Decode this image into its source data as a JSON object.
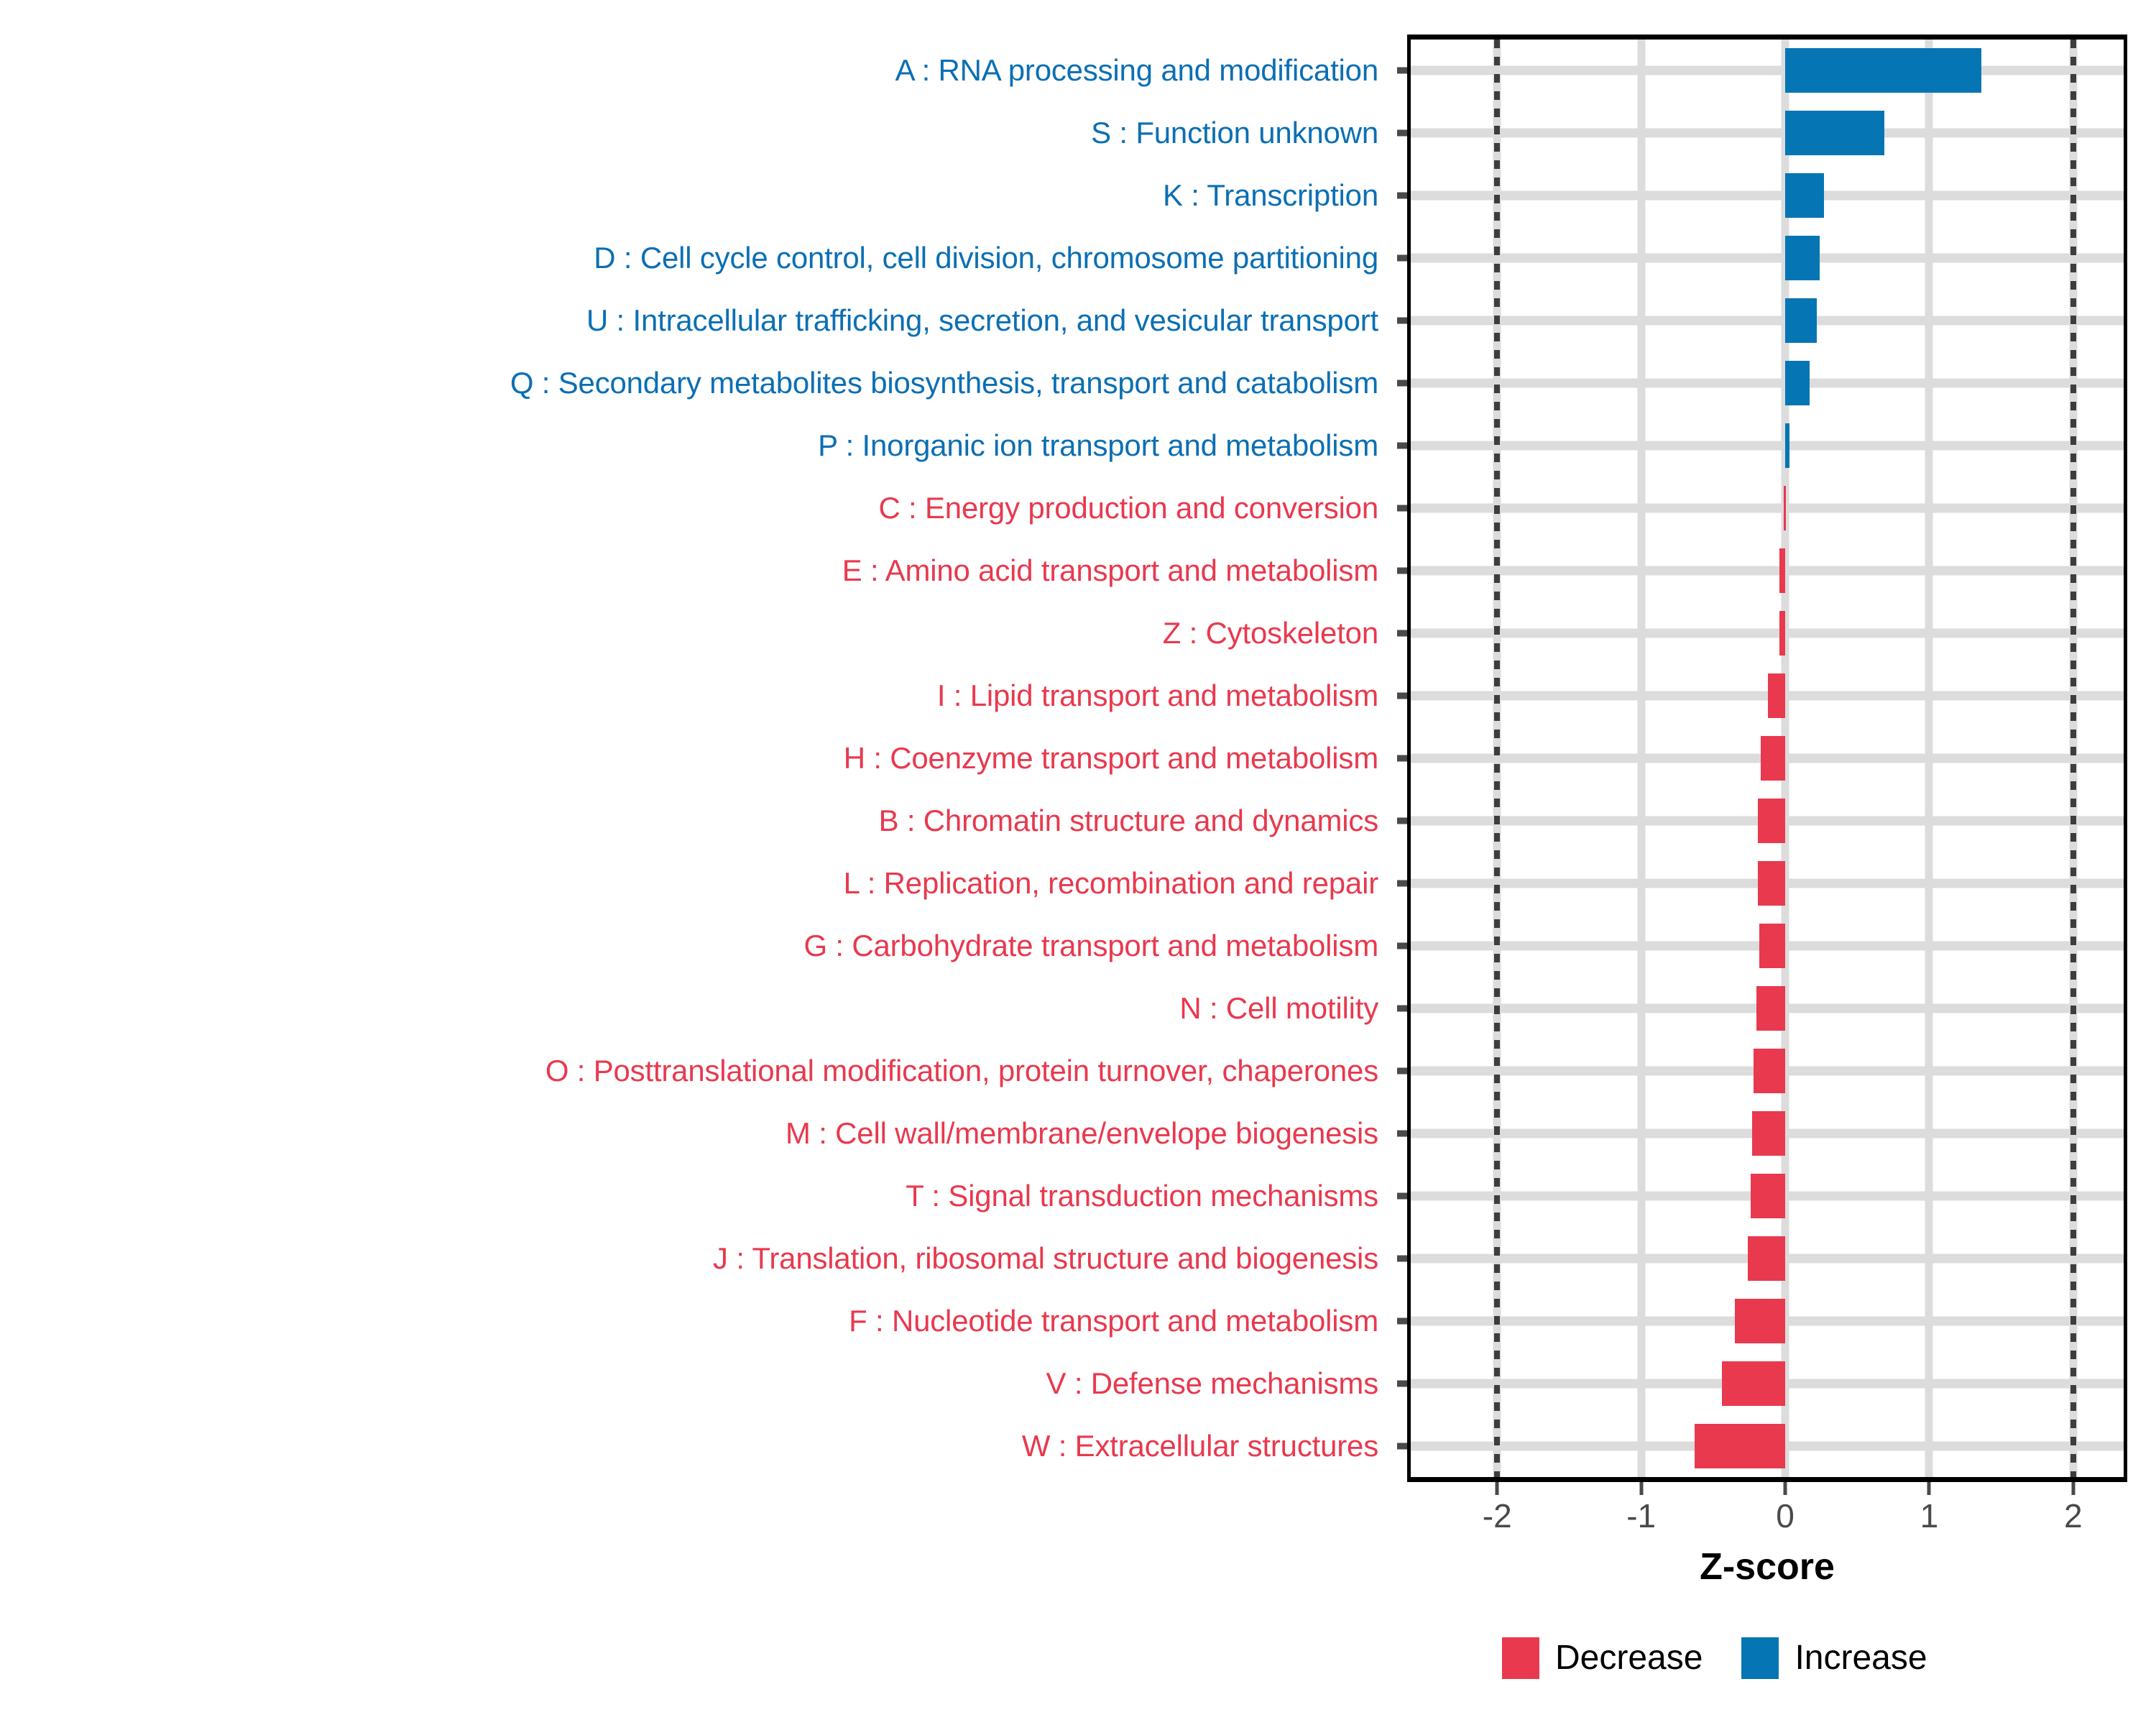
{
  "chart_data": {
    "type": "bar",
    "orientation": "horizontal",
    "title": "",
    "xlabel": "Z-score",
    "ylabel": "",
    "xlim": [
      -2.6,
      2.35
    ],
    "xticks": [
      -2,
      -1,
      0,
      1,
      2
    ],
    "xtick_labels": [
      "-2",
      "-1",
      "0",
      "1",
      "2"
    ],
    "grid": "major-both",
    "threshold_lines": [
      -2,
      2
    ],
    "legend_position": "bottom-right",
    "categories": [
      "A : RNA processing and modification",
      "S : Function unknown",
      "K : Transcription",
      "D : Cell cycle control, cell division, chromosome partitioning",
      "U : Intracellular trafficking, secretion, and vesicular transport",
      "Q : Secondary metabolites biosynthesis, transport and catabolism",
      "P : Inorganic ion transport and metabolism",
      "C : Energy production and conversion",
      "E : Amino acid transport and metabolism",
      "Z : Cytoskeleton",
      "I : Lipid transport and metabolism",
      "H : Coenzyme transport and metabolism",
      "B : Chromatin structure and dynamics",
      "L : Replication, recombination and repair",
      "G : Carbohydrate transport and metabolism",
      "N : Cell motility",
      "O : Posttranslational modification, protein turnover, chaperones",
      "M : Cell wall/membrane/envelope biogenesis",
      "T : Signal transduction mechanisms",
      "J : Translation, ribosomal structure and biogenesis",
      "F : Nucleotide transport and metabolism",
      "V : Defense mechanisms",
      "W : Extracellular structures"
    ],
    "values": [
      1.36,
      0.69,
      0.27,
      0.24,
      0.22,
      0.17,
      0.03,
      -0.01,
      -0.04,
      -0.04,
      -0.12,
      -0.17,
      -0.19,
      -0.19,
      -0.18,
      -0.2,
      -0.22,
      -0.23,
      -0.24,
      -0.26,
      -0.35,
      -0.44,
      -0.63
    ],
    "direction": [
      "increase",
      "increase",
      "increase",
      "increase",
      "increase",
      "increase",
      "increase",
      "decrease",
      "decrease",
      "decrease",
      "decrease",
      "decrease",
      "decrease",
      "decrease",
      "decrease",
      "decrease",
      "decrease",
      "decrease",
      "decrease",
      "decrease",
      "decrease",
      "decrease",
      "decrease"
    ],
    "legend": [
      {
        "label": "Decrease",
        "color": "#E8394E",
        "key": "decrease"
      },
      {
        "label": "Increase",
        "color": "#0575B3",
        "key": "increase"
      }
    ],
    "colors": {
      "increase": "#0575B3",
      "decrease": "#E8394E",
      "grid": "#DCDCDC",
      "threshold": "#3D3D3D",
      "axis": "#000000",
      "tick_text": "#4A4A4A"
    }
  }
}
